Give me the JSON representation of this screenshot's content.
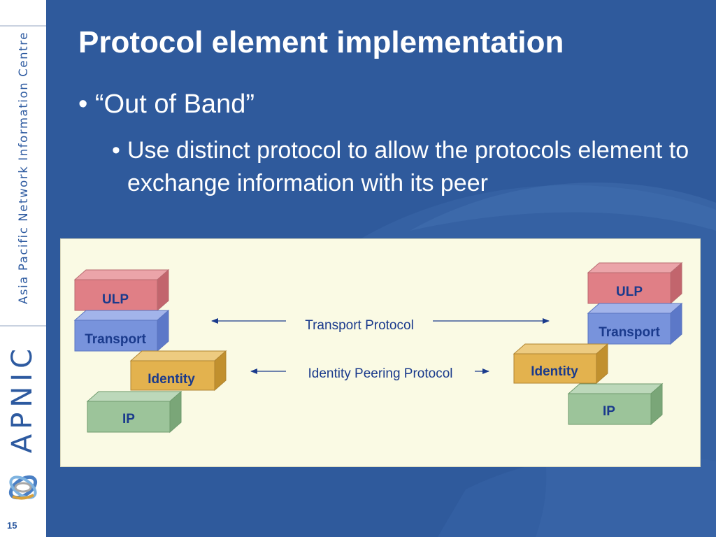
{
  "sidebar": {
    "tagline": "Asia Pacific Network Information Centre",
    "brand": "APNIC",
    "page_number": "15"
  },
  "slide": {
    "title": "Protocol element implementation",
    "bullet": "“Out of Band”",
    "sub_bullet": "Use distinct protocol to allow the protocols element to exchange information with its peer"
  },
  "diagram": {
    "left_stack": {
      "ulp": "ULP",
      "transport": "Transport",
      "identity": "Identity",
      "ip": "IP"
    },
    "right_stack": {
      "ulp": "ULP",
      "transport": "Transport",
      "identity": "Identity",
      "ip": "IP"
    },
    "transport_protocol": "Transport Protocol",
    "identity_protocol": "Identity Peering Protocol"
  },
  "colors": {
    "background": "#2f5a9c",
    "ulp": "#e07f86",
    "transport": "#7893dc",
    "identity": "#e3b24e",
    "ip": "#9cc49a",
    "brand": "#2d5aa0"
  }
}
